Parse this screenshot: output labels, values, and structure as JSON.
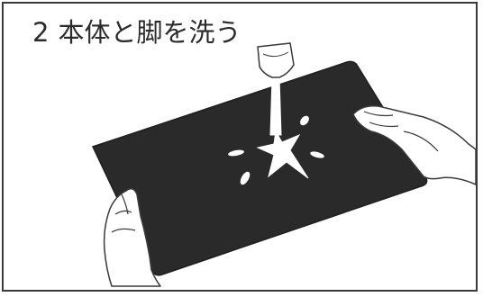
{
  "step": {
    "number": "2",
    "text": "本体と脚を洗う"
  },
  "illustration": {
    "subject": "hands-holding-dark-plate-under-water-stream",
    "colors": {
      "plate": "#2a2a2a",
      "outline": "#3a3a3a",
      "water": "#ffffff",
      "skin": "#ffffff"
    }
  }
}
